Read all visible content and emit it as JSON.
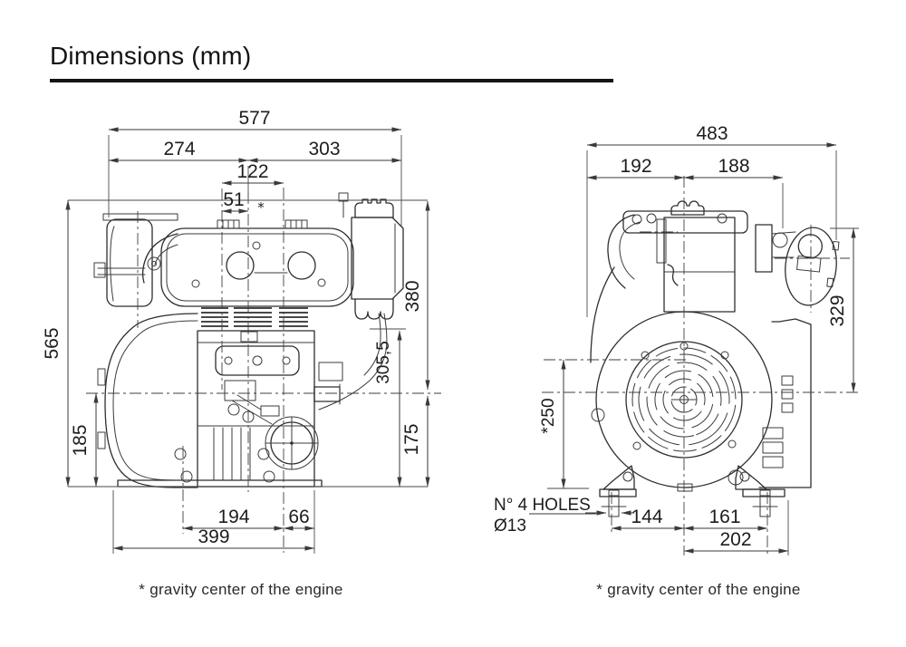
{
  "title": "Dimensions (mm)",
  "side_view": {
    "caption": "* gravity center of the engine",
    "gravity_marker": "*",
    "dims": {
      "overall_width": "577",
      "front_to_cylinder_axis": "274",
      "cylinder_axis_to_rear": "303",
      "cylinder_axis_to_crank_axis": "122",
      "cylinder_axis_to_gravity": "51",
      "overall_height": "565",
      "base_to_crank_center": "185",
      "top_to_crank_center": "380",
      "breather_to_base": "305,5",
      "crank_center_to_base": "175",
      "foot_hole_to_crank_axis": "194",
      "crank_axis_to_rear_face": "66",
      "base_length": "399"
    }
  },
  "front_view": {
    "caption": "* gravity center of the engine",
    "dims": {
      "overall_width": "483",
      "left_to_centerline": "192",
      "centerline_to_right": "188",
      "crank_center_to_filter_top": "329",
      "gravity_height": "*250",
      "left_foot_to_centerline": "144",
      "centerline_to_right_foot": "161",
      "centerline_to_base_edge": "202"
    },
    "holes_note": {
      "line1": "N° 4 HOLES",
      "line2": "Ø13"
    }
  }
}
